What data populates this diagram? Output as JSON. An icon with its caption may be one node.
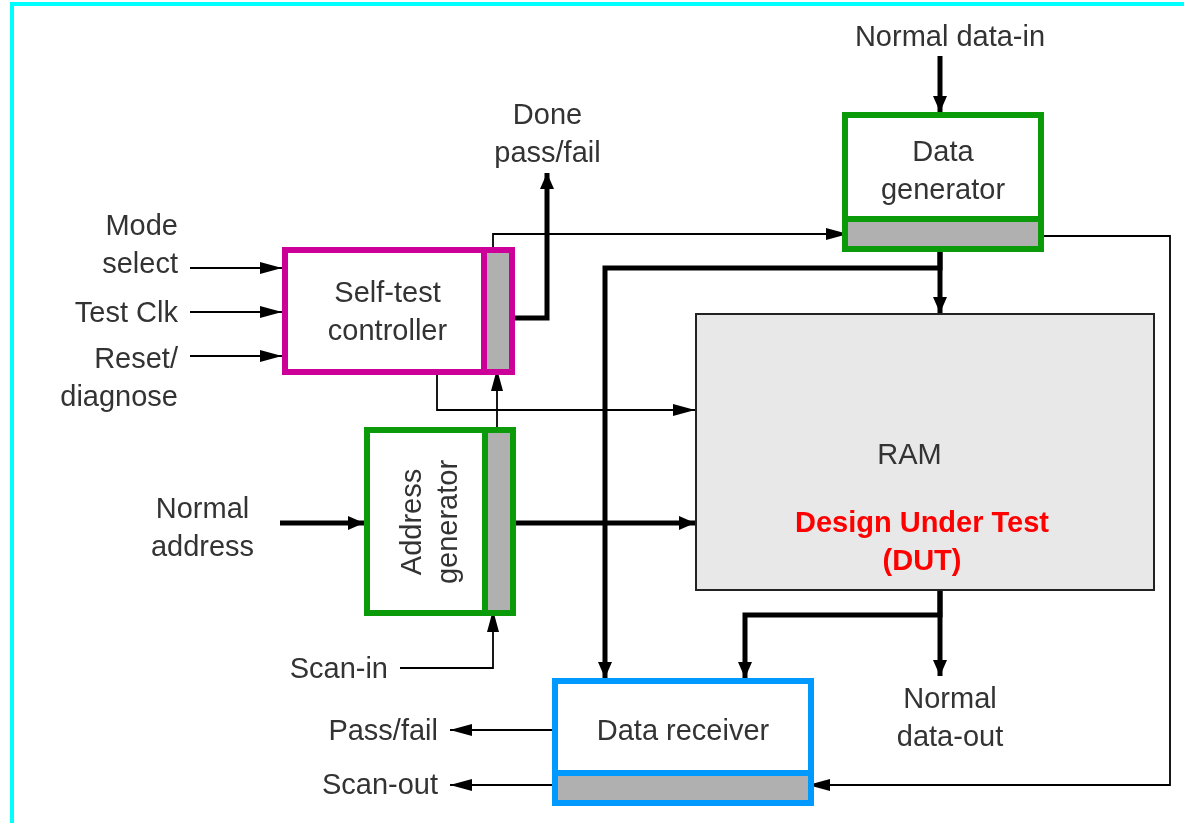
{
  "diagram": {
    "nodes": [
      {
        "text": [
          "Normal data-in"
        ]
      },
      {
        "text": [
          "Data generator"
        ]
      },
      {
        "text": [
          "Done pass/fail"
        ]
      },
      {
        "text": [
          "Mode select"
        ]
      },
      {
        "text": [
          "Test Clk"
        ]
      },
      {
        "text": [
          "Reset/ diagnose"
        ]
      },
      {
        "text": [
          "Self-test controller"
        ]
      },
      {
        "text": [
          "RAM",
          "Design Under Test (DUT)"
        ]
      },
      {
        "text": [
          "Normal address"
        ]
      },
      {
        "text": [
          "Address generator"
        ]
      },
      {
        "text": [
          "Scan-in"
        ]
      },
      {
        "text": [
          "Data receiver"
        ]
      },
      {
        "text": [
          "Normal data-out"
        ]
      },
      {
        "text": [
          "Pass/fail"
        ]
      },
      {
        "text": [
          "Scan-out"
        ]
      },
      {
        "text": [],
        "shape": "bar",
        "in": 1
      },
      {
        "text": [],
        "shape": "bar",
        "in": 6
      },
      {
        "text": [],
        "shape": "bar",
        "in": 9
      },
      {
        "text": [],
        "shape": "bar",
        "in": 11
      }
    ],
    "edges": [
      {
        "from": 0,
        "to": 1,
        "arrow": "to",
        "style": "thick"
      },
      {
        "from": 3,
        "to": 6,
        "arrow": "to"
      },
      {
        "from": 4,
        "to": 6,
        "arrow": "to"
      },
      {
        "from": 5,
        "to": 6,
        "arrow": "to"
      },
      {
        "from": 6,
        "to": 2,
        "arrow": "to",
        "style": "thick"
      },
      {
        "from": 16,
        "to": 15,
        "arrow": "to"
      },
      {
        "from": 6,
        "to": 7,
        "arrow": "to"
      },
      {
        "from": 17,
        "to": 16,
        "arrow": "to"
      },
      {
        "from": 8,
        "to": 9,
        "arrow": "to",
        "style": "thick"
      },
      {
        "from": 9,
        "to": 7,
        "arrow": "to",
        "style": "thick"
      },
      {
        "from": 10,
        "to": 17,
        "arrow": "to"
      },
      {
        "from": 1,
        "to": 7,
        "arrow": "to",
        "style": "thick"
      },
      {
        "from": 1,
        "to": 11,
        "arrow": "to",
        "style": "thick"
      },
      {
        "from": 15,
        "to": 18,
        "arrow": "to"
      },
      {
        "from": 7,
        "to": 12,
        "arrow": "to",
        "style": "thick"
      },
      {
        "from": 7,
        "to": 11,
        "arrow": "to",
        "style": "thick"
      },
      {
        "from": 11,
        "to": 13,
        "arrow": "to"
      },
      {
        "from": 18,
        "to": 14,
        "arrow": "to"
      }
    ]
  }
}
